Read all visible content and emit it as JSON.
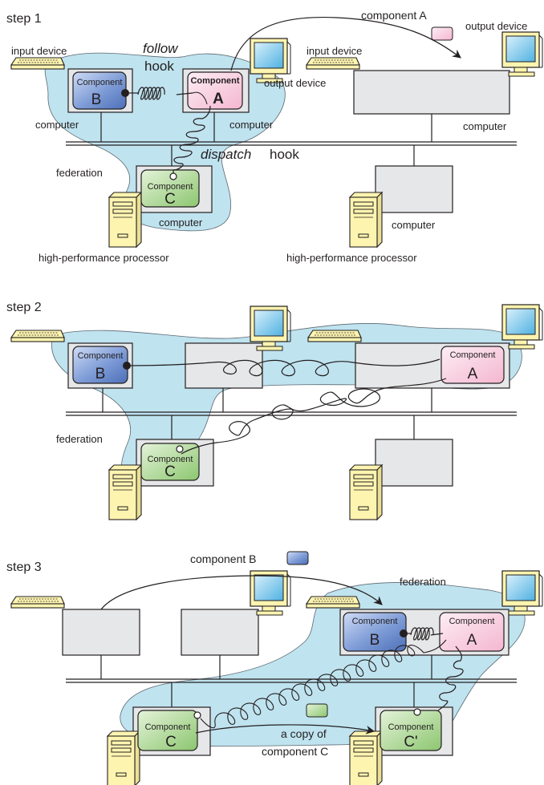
{
  "step1": {
    "title": "step 1",
    "component_a_label": "component A",
    "output_device_1": "output device",
    "output_device_2": "output device",
    "input_device_1": "input device",
    "input_device_2": "input device",
    "follow_word": "follow",
    "hook_word": "hook",
    "dispatch_word": "dispatch",
    "dispatch_hook_word": "hook",
    "computer_1": "computer",
    "computer_2": "computer",
    "computer_3": "computer",
    "computer_4": "computer",
    "computer_5": "computer",
    "federation": "federation",
    "hpp_1": "high-performance processor",
    "hpp_2": "high-performance processor",
    "comp_b_word": "Component",
    "comp_b_letter": "B",
    "comp_a_word": "Component",
    "comp_a_letter": "A",
    "comp_c_word": "Component",
    "comp_c_letter": "C"
  },
  "step2": {
    "title": "step 2",
    "federation": "federation",
    "comp_b_word": "Component",
    "comp_b_letter": "B",
    "comp_a_word": "Component",
    "comp_a_letter": "A",
    "comp_c_word": "Component",
    "comp_c_letter": "C"
  },
  "step3": {
    "title": "step 3",
    "component_b_label": "component B",
    "federation": "federation",
    "copy_line1": "a copy of",
    "copy_line2": "component C",
    "comp_b_word": "Component",
    "comp_b_letter": "B",
    "comp_a_word": "Component",
    "comp_a_letter": "A",
    "comp_c_word": "Component",
    "comp_c_letter": "C",
    "comp_c2_word": "Component",
    "comp_c2_letter": "C'"
  },
  "colors": {
    "federation": "#bfe3ef",
    "computer_box": "#e6e7e8",
    "comp_blue": "#6f8fd0",
    "comp_pink": "#f8cde0",
    "comp_green": "#a9d691",
    "monitor_screen": "#79c3e8",
    "device_yellow": "#fdf4b0"
  }
}
